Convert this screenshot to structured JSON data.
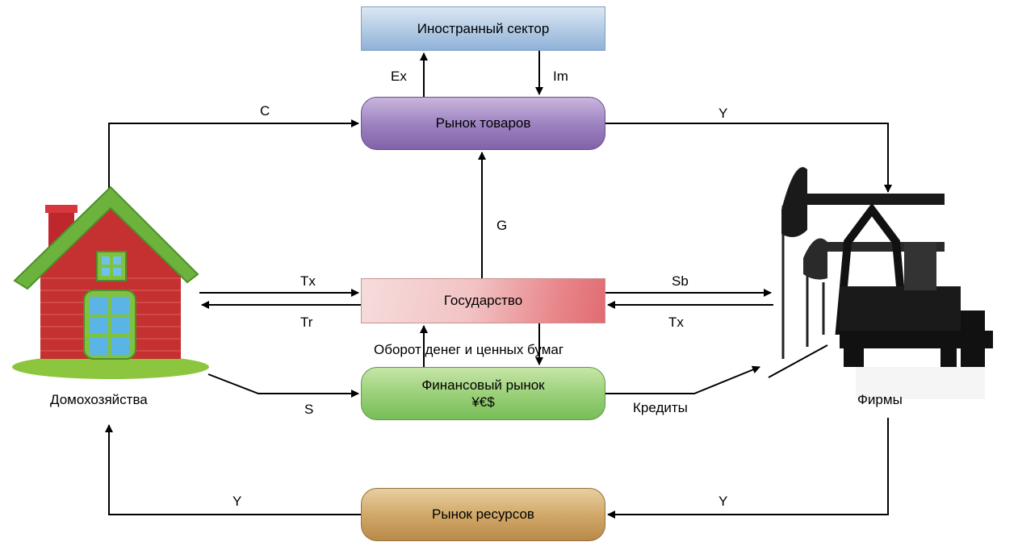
{
  "nodes": {
    "foreign_sector": "Иностранный сектор",
    "goods_market": "Рынок товаров",
    "government": "Государство",
    "financial_market": "Финансовый рынок",
    "financial_market_symbols": "¥€$",
    "resources_market": "Рынок ресурсов",
    "households": "Домохозяйства",
    "firms": "Фирмы"
  },
  "flows": {
    "exports": "Ex",
    "imports": "Im",
    "consumption": "C",
    "income_to_firms": "Y",
    "government_spending": "G",
    "taxes_households": "Tx",
    "transfers": "Tr",
    "subsidies": "Sb",
    "taxes_firms": "Tx",
    "money_securities_turnover": "Оборот денег и ценных бумаг",
    "savings": "S",
    "credits": "Кредиты",
    "income_resources_to_households": "Y",
    "income_firms_to_resources": "Y"
  }
}
